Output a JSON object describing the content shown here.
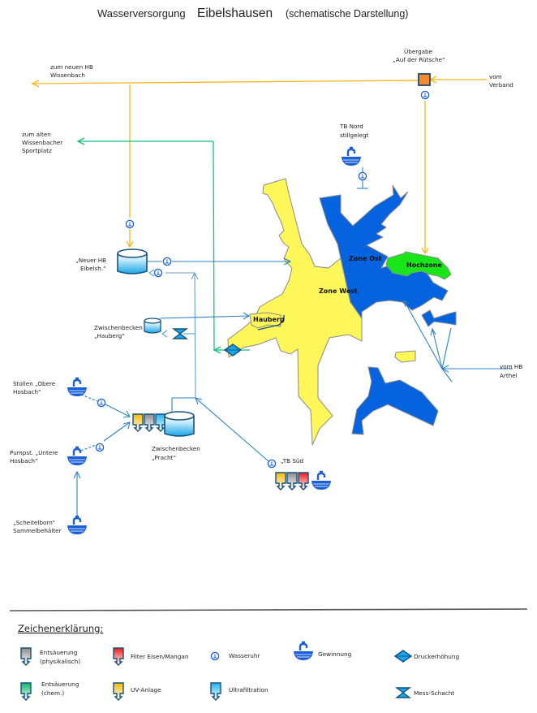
{
  "title": {
    "part1": "Wasserversorgung",
    "part2": "Eibelshausen",
    "part3": "(schematische Darstellung)"
  },
  "labels": {
    "neuen_hb_1": "zum neuen HB",
    "neuen_hb_2": "Wissenbach",
    "alten_1": "zum alten",
    "alten_2": "Wissenbacher",
    "alten_3": "Sportplatz",
    "uebergabe_1": "Übergabe",
    "uebergabe_2": "„Auf der Rütsche“",
    "verband_1": "vom",
    "verband_2": "Verband",
    "tb_nord_1": "TB Nord",
    "tb_nord_2": "stillgelegt",
    "neuer_hb_1": "„Neuer HB",
    "neuer_hb_2": "Eibelsh.“",
    "hauberg_1": "Zwischenbecken",
    "hauberg_2": "„Hauberg“",
    "stollen_1": "Stollen „Obere",
    "stollen_2": "Hosbach“",
    "pumpst_1": "Pumpst. „Untere",
    "pumpst_2": "Hosbach“",
    "scheitel_1": "„Scheitelborn“",
    "scheitel_2": "Sammelbehälter",
    "pracht_1": "Zwischenbecken",
    "pracht_2": "„Pracht“",
    "tb_sued": "„TB Süd",
    "arthel_1": "vom HB",
    "arthel_2": "Arthel"
  },
  "zones": {
    "west": "Zone West",
    "ost": "Zone Ost",
    "hoch": "Hochzone",
    "hauberg": "Hauberg"
  },
  "colors": {
    "zone_west": "#fff75a",
    "zone_ost": "#0563e0",
    "hochzone": "#19e619",
    "pipe_supply": "#f7b519",
    "pipe_green": "#10c47a",
    "pipe_blue": "#2c83c0",
    "pipe_blue_light": "#5fa2d0",
    "icon_blue": "#1a5fd6"
  },
  "legend": {
    "heading": "Zeichenerklärung:",
    "items": [
      {
        "label1": "Entsäuerung",
        "label2": "(physikalisch)",
        "icon": "treatment-grey-icon"
      },
      {
        "label1": "Filter Eisen/Mangan",
        "label2": "",
        "icon": "treatment-red-icon"
      },
      {
        "label1": "Wasseruhr",
        "label2": "",
        "icon": "water-meter-icon"
      },
      {
        "label1": "Gewinnung",
        "label2": "",
        "icon": "extraction-tap-icon"
      },
      {
        "label1": "Druckerhöhung",
        "label2": "",
        "icon": "pressure-booster-icon"
      },
      {
        "label1": "Entsäuerung",
        "label2": "(chem.)",
        "icon": "treatment-green-icon"
      },
      {
        "label1": "UV-Anlage",
        "label2": "",
        "icon": "treatment-yellow-icon"
      },
      {
        "label1": "Ultrafiltration",
        "label2": "",
        "icon": "treatment-cyan-icon"
      },
      {
        "label1": "Mess-Schacht",
        "label2": "",
        "icon": "measuring-shaft-icon"
      }
    ]
  }
}
